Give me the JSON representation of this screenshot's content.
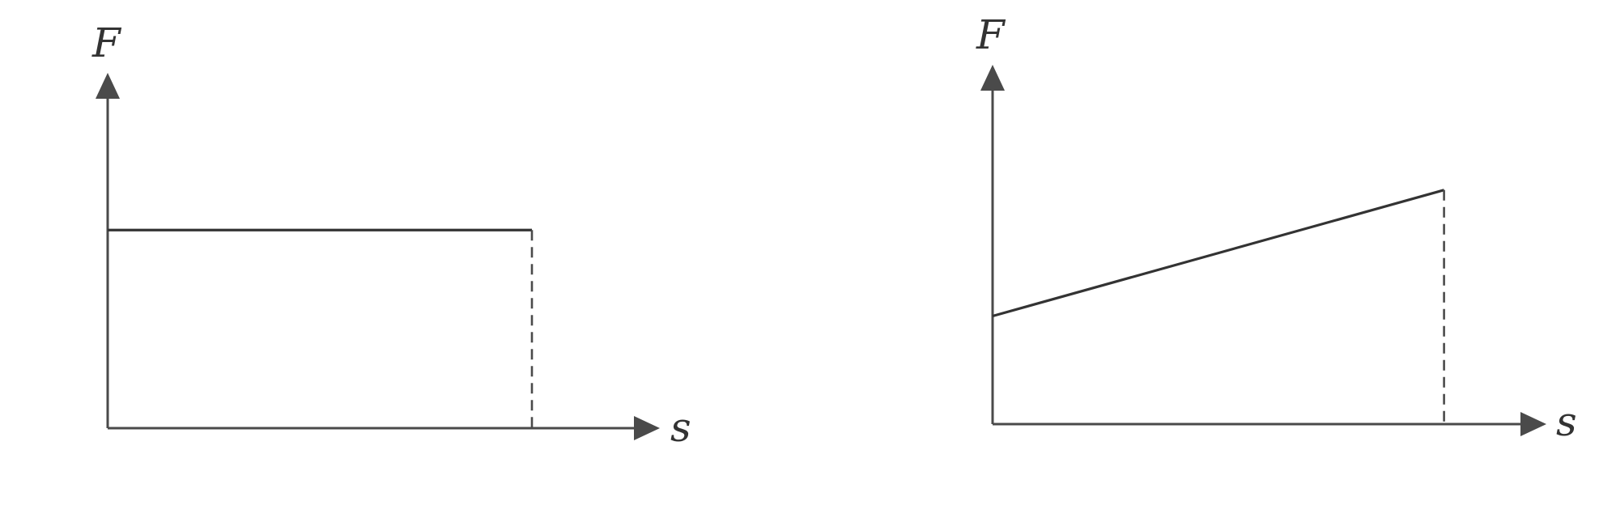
{
  "chart_data": [
    {
      "type": "line",
      "xlabel": "s",
      "ylabel": "F",
      "xlim": [
        0,
        10
      ],
      "ylim": [
        0,
        10
      ],
      "grid": false,
      "series": [
        {
          "x": [
            0,
            8
          ],
          "y": [
            5.5,
            5.5
          ]
        }
      ],
      "dashed_drop_at_x": 8
    },
    {
      "type": "line",
      "xlabel": "s",
      "ylabel": "F",
      "xlim": [
        0,
        10
      ],
      "ylim": [
        0,
        10
      ],
      "grid": false,
      "series": [
        {
          "x": [
            0,
            8
          ],
          "y": [
            3,
            6.5
          ]
        }
      ],
      "dashed_drop_at_x": 8
    }
  ],
  "colors": {
    "axis": "#4a4a4a",
    "line": "#333333"
  }
}
